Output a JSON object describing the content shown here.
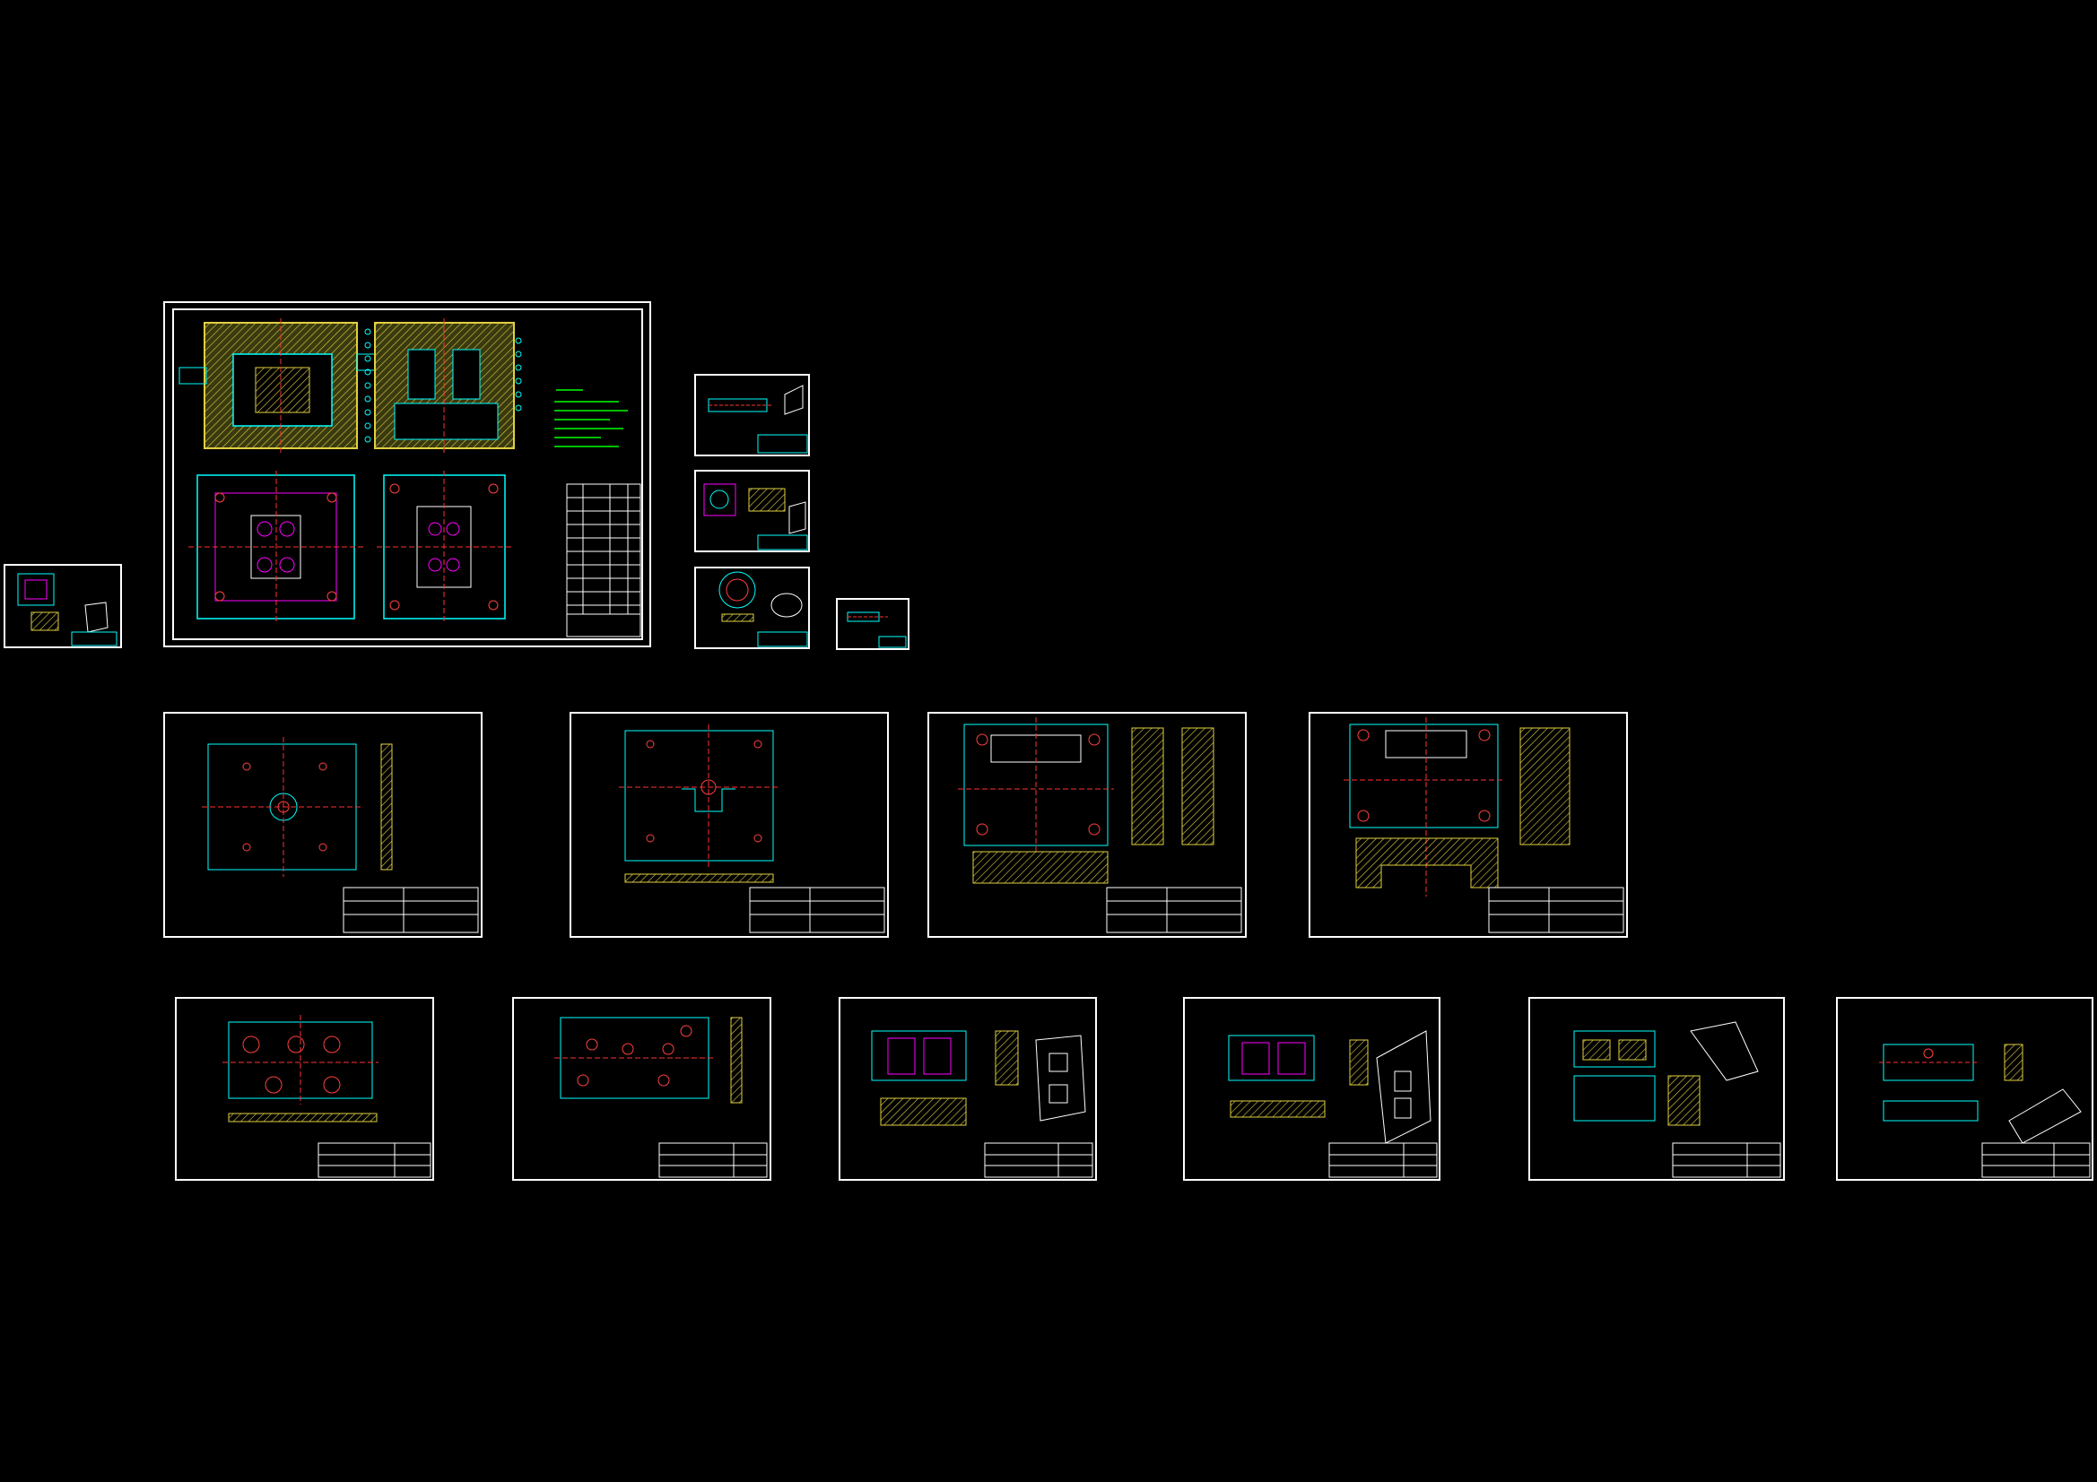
{
  "colors": {
    "background": "#000000",
    "frame": "#ffffff",
    "outline": "#00ffff",
    "hatch": "#e0d040",
    "center_line": "#ff3030",
    "label": "#00ff00",
    "annotation": "#ff00ff",
    "bolt": "#ff4040"
  },
  "sheets": [
    {
      "kind": "assembly"
    },
    {
      "kind": "small-part"
    },
    {
      "kind": "small-part"
    },
    {
      "kind": "small-part"
    },
    {
      "kind": "small-part"
    },
    {
      "kind": "small-part"
    },
    {
      "kind": "plate"
    },
    {
      "kind": "plate"
    },
    {
      "kind": "plate"
    },
    {
      "kind": "plate"
    },
    {
      "kind": "plate"
    },
    {
      "kind": "plate"
    },
    {
      "kind": "plate"
    },
    {
      "kind": "plate"
    },
    {
      "kind": "plate"
    },
    {
      "kind": "plate"
    }
  ]
}
